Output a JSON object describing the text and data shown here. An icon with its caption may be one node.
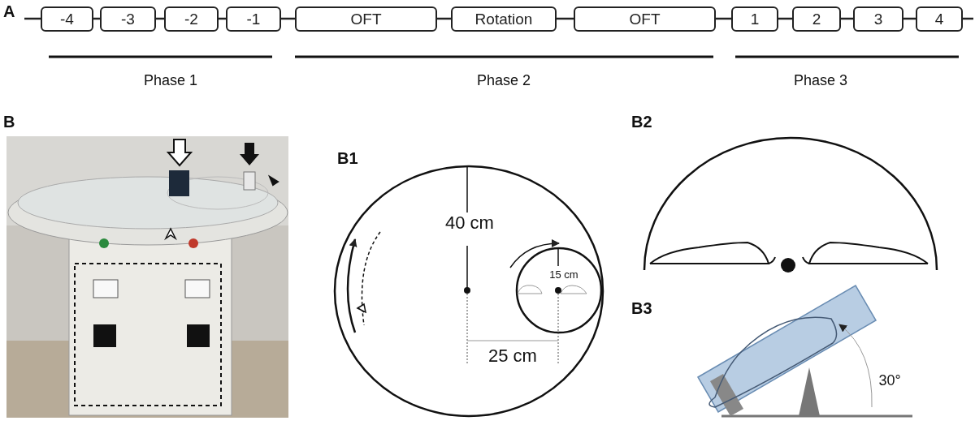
{
  "diagram": {
    "nodes": [
      {
        "text": [
          "-4"
        ]
      },
      {
        "text": [
          "-3"
        ]
      },
      {
        "text": [
          "-2"
        ]
      },
      {
        "text": [
          "-1"
        ]
      },
      {
        "text": [
          "OFT"
        ]
      },
      {
        "text": [
          "Rotation"
        ]
      },
      {
        "text": [
          "OFT"
        ]
      },
      {
        "text": [
          "1"
        ]
      },
      {
        "text": [
          "2"
        ]
      },
      {
        "text": [
          "3"
        ]
      },
      {
        "text": [
          "4"
        ]
      }
    ],
    "edges": [
      {
        "from": null,
        "to": 0,
        "arrow": "none"
      },
      {
        "from": 0,
        "to": 1,
        "arrow": "none"
      },
      {
        "from": 1,
        "to": 2,
        "arrow": "none"
      },
      {
        "from": 2,
        "to": 3,
        "arrow": "none"
      },
      {
        "from": 3,
        "to": 4,
        "arrow": "none"
      },
      {
        "from": 4,
        "to": 5,
        "arrow": "none"
      },
      {
        "from": 5,
        "to": 6,
        "arrow": "none"
      },
      {
        "from": 6,
        "to": 7,
        "arrow": "none"
      },
      {
        "from": 7,
        "to": 8,
        "arrow": "none"
      },
      {
        "from": 8,
        "to": 9,
        "arrow": "none"
      },
      {
        "from": 9,
        "to": 10,
        "arrow": "none"
      },
      {
        "from": 10,
        "to": null,
        "arrow": "none"
      }
    ],
    "labels": [
      "A",
      "Phase 1",
      "Phase 2",
      "Phase 3",
      "B",
      "B1",
      "40 cm",
      "15 cm",
      "25 cm",
      "B2",
      "B3",
      "30°"
    ]
  }
}
